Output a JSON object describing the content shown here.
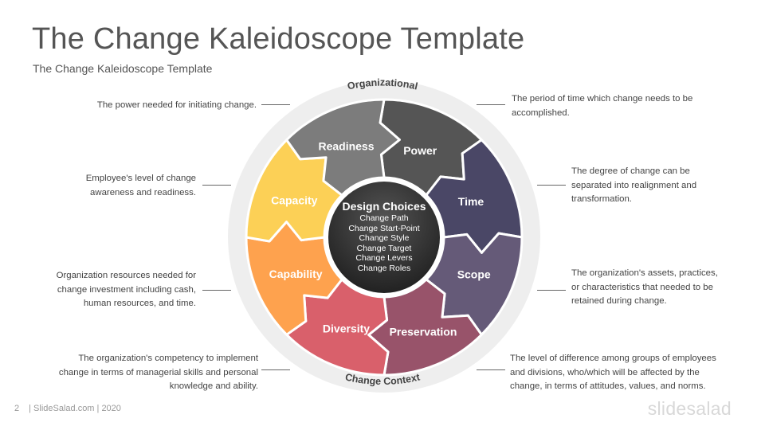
{
  "title": "The Change Kaleidoscope Template",
  "subtitle": "The Change Kaleidoscope Template",
  "ring": {
    "top": "Organizational",
    "bottom": "Change Context"
  },
  "center": {
    "title": "Design Choices",
    "items": [
      "Change Path",
      "Change Start-Point",
      "Change Style",
      "Change Target",
      "Change Levers",
      "Change Roles"
    ]
  },
  "segments": [
    {
      "label": "Power",
      "color": "#555555"
    },
    {
      "label": "Time",
      "color": "#4a4766"
    },
    {
      "label": "Scope",
      "color": "#655a78"
    },
    {
      "label": "Preservation",
      "color": "#98536a"
    },
    {
      "label": "Diversity",
      "color": "#d9606b"
    },
    {
      "label": "Capability",
      "color": "#fea24e"
    },
    {
      "label": "Capacity",
      "color": "#fcd056"
    },
    {
      "label": "Readiness",
      "color": "#7c7c7c"
    }
  ],
  "descriptions": {
    "power": "The power needed for initiating change.",
    "readiness": [
      "Employee's level of change",
      "awareness and readiness."
    ],
    "capacity": [
      "Organization resources needed for",
      "change investment including cash,",
      "human resources, and time."
    ],
    "capability": [
      "The organization's competency to implement",
      "change in terms of managerial skills and personal",
      "knowledge and ability."
    ],
    "time": [
      "The period of time which change needs to be",
      "accomplished."
    ],
    "scope": [
      "The degree of change can be",
      "separated into realignment and",
      "transformation."
    ],
    "preservation": [
      "The organization's assets, practices,",
      "or characteristics that needed to be",
      "retained during change."
    ],
    "diversity": [
      "The level of difference among groups of employees",
      "and divisions, who/which will be affected by the",
      "change, in terms of attitudes, values, and norms."
    ]
  },
  "footer": {
    "page": "2",
    "text": "| SlideSalad.com | 2020",
    "brand": "slidesalad"
  }
}
